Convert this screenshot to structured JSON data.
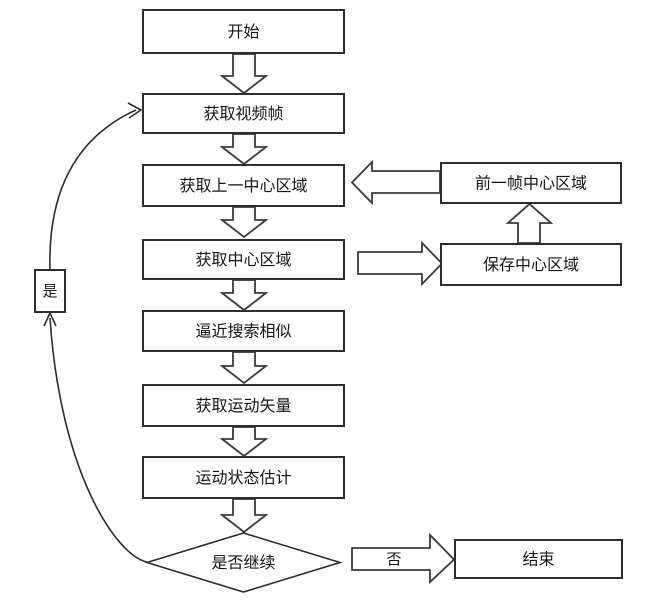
{
  "colors": {
    "background": "#ffffff",
    "stroke": "#2d2d2d",
    "text": "#151515"
  },
  "flowchart": {
    "nodes": {
      "start": {
        "label": "开始"
      },
      "get_video_frame": {
        "label": "获取视频帧"
      },
      "get_prev_center": {
        "label": "获取上一中心区域"
      },
      "get_center": {
        "label": "获取中心区域"
      },
      "approx_search": {
        "label": "逼近搜索相似"
      },
      "get_motion_vector": {
        "label": "获取运动矢量"
      },
      "motion_state_estimate": {
        "label": "运动状态估计"
      },
      "continue_decision": {
        "label": "是否继续"
      },
      "prev_frame_center": {
        "label": "前一帧中心区域"
      },
      "save_center": {
        "label": "保存中心区域"
      },
      "end": {
        "label": "结束"
      }
    },
    "edge_labels": {
      "yes": "是",
      "no": "否"
    }
  }
}
